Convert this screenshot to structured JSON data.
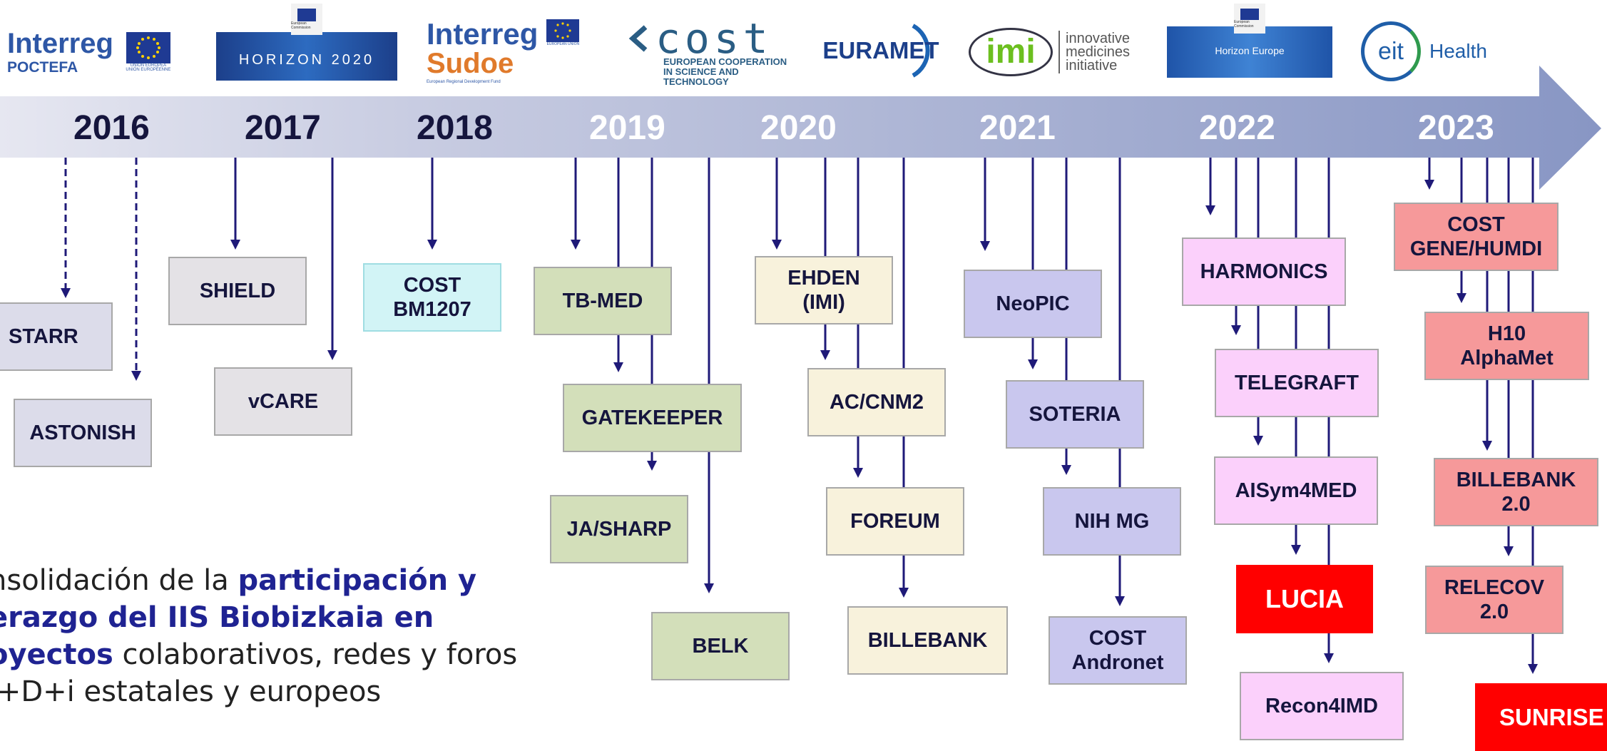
{
  "logos": {
    "interreg_poctefa": {
      "name": "Interreg",
      "sub": "POCTEFA",
      "eu": "UNIÓN EUROPEA UNIÓN EUROPÉENNE"
    },
    "horizon2020": {
      "label": "HORIZON 2020",
      "small": "European Commission"
    },
    "interreg_sudoe": {
      "name": "Interreg",
      "sub": "Sudoe",
      "tag": "European Regional Development Fund",
      "eu": "EUROPEAN UNION"
    },
    "cost": {
      "name": "cost",
      "line1": "EUROPEAN COOPERATION",
      "line2": "IN SCIENCE AND TECHNOLOGY"
    },
    "euramet": {
      "name": "EURAMET"
    },
    "imi": {
      "mark": "imi",
      "line1": "innovative",
      "line2": "medicines",
      "line3": "initiative"
    },
    "horizon_europe": {
      "label": "Horizon Europe",
      "small": "European Commission"
    },
    "eit": {
      "mark": "eit",
      "name": "Health"
    }
  },
  "timeline": {
    "years": [
      "2016",
      "2017",
      "2018",
      "2019",
      "2020",
      "2021",
      "2022",
      "2023"
    ],
    "dark_color": "#15153d",
    "light_color": "#ffffff"
  },
  "projects": {
    "starr": "STARR",
    "astonish": "ASTONISH",
    "shield": "SHIELD",
    "vcare": "vCARE",
    "cost_bm1207_l1": "COST",
    "cost_bm1207_l2": "BM1207",
    "tb_med": "TB-MED",
    "gatekeeper": "GATEKEEPER",
    "ja_sharp": "JA/SHARP",
    "belk": "BELK",
    "ehden_l1": "EHDEN",
    "ehden_l2": "(IMI)",
    "ac_cnm2": "AC/CNM2",
    "foreum": "FOREUM",
    "billebank": "BILLEBANK",
    "neopic": "NeoPIC",
    "soteria": "SOTERIA",
    "nih_mg": "NIH MG",
    "cost_andronet_l1": "COST",
    "cost_andronet_l2": "Andronet",
    "harmonics": "HARMONICS",
    "telegraft": "TELEGRAFT",
    "aisym4med": "AISym4MED",
    "lucia": "LUCIA",
    "recon4imd": "Recon4IMD",
    "cost_gene_l1": "COST",
    "cost_gene_l2": "GENE/HUMDI",
    "h10_l1": "H10",
    "h10_l2": "AlphaMet",
    "billebank2_l1": "BILLEBANK",
    "billebank2_l2": "2.0",
    "relecov_l1": "RELECOV",
    "relecov_l2": "2.0",
    "sunrise": "SUNRISE"
  },
  "caption": {
    "line1_a": "nsolidación de  la ",
    "line1_b": "participación y",
    "line2": "erazgo del IIS Biobizkaia en",
    "line3_a": "oyectos",
    "line3_b": " colaborativos, redes y foros",
    "line4": "I+D+i estatales y europeos"
  },
  "colors": {
    "arrow_line": "#1f1a78",
    "accent_text": "#1f2392",
    "red_box": "#ff0000"
  }
}
